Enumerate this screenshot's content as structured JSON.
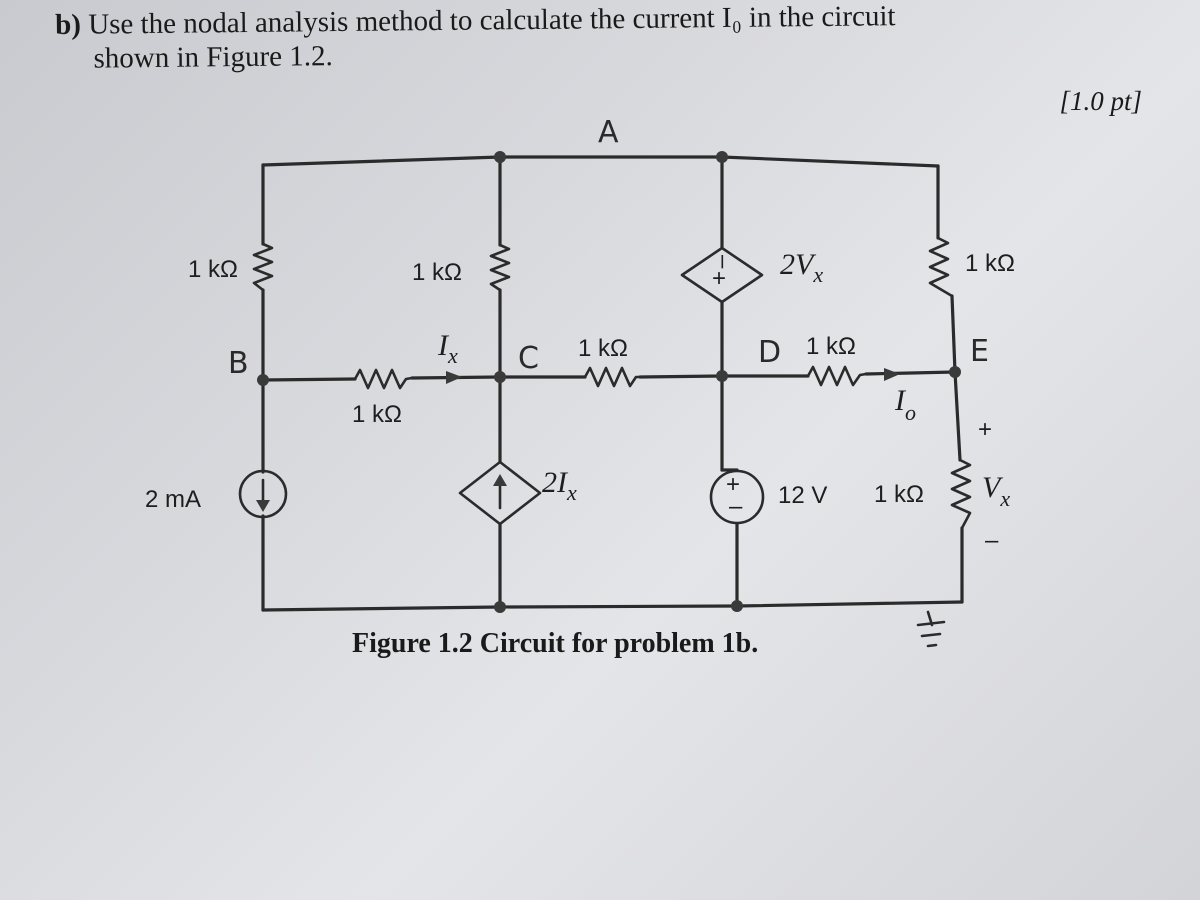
{
  "problem": {
    "label": "b)",
    "text_line1": "Use the nodal analysis method to calculate the current I₀ in the circuit",
    "text_line2": "shown in Figure 1.2.",
    "points": "[1.0 pt]"
  },
  "caption": "Figure 1.2 Circuit for problem 1b.",
  "nodes": {
    "a": "A",
    "b": "B",
    "c": "C",
    "d": "D",
    "e": "E"
  },
  "components": {
    "r_left_vertical": "1 kΩ",
    "r_mid_vertical": "1 kΩ",
    "r_right_vertical": "1 kΩ",
    "r_bc": "1 kΩ",
    "r_cd": "1 kΩ",
    "r_de": "1 kΩ",
    "r_bottom_right": "1 kΩ",
    "current_source": "2 mA",
    "dep_current_source": {
      "coef": "2",
      "var": "I",
      "sub": "x"
    },
    "dep_voltage_source": {
      "coef": "2",
      "var": "V",
      "sub": "x"
    },
    "voltage_source": "12 V"
  },
  "labels": {
    "ix": {
      "var": "I",
      "sub": "x"
    },
    "io": {
      "var": "I",
      "sub": "o"
    },
    "vx": {
      "var": "V",
      "sub": "x"
    },
    "vx_plus": "+",
    "vx_minus": "–",
    "dep_v_plus": "+",
    "dep_v_minus": "–",
    "v_plus": "+",
    "v_minus": "–"
  }
}
